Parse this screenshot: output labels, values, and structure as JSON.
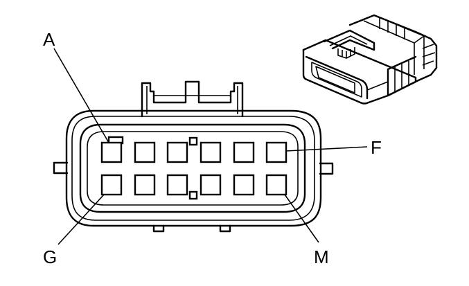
{
  "labels": {
    "pin_a": "A",
    "pin_f": "F",
    "pin_g": "G",
    "pin_m": "M"
  },
  "connector": {
    "rows": 2,
    "cavities_per_row": 6
  }
}
